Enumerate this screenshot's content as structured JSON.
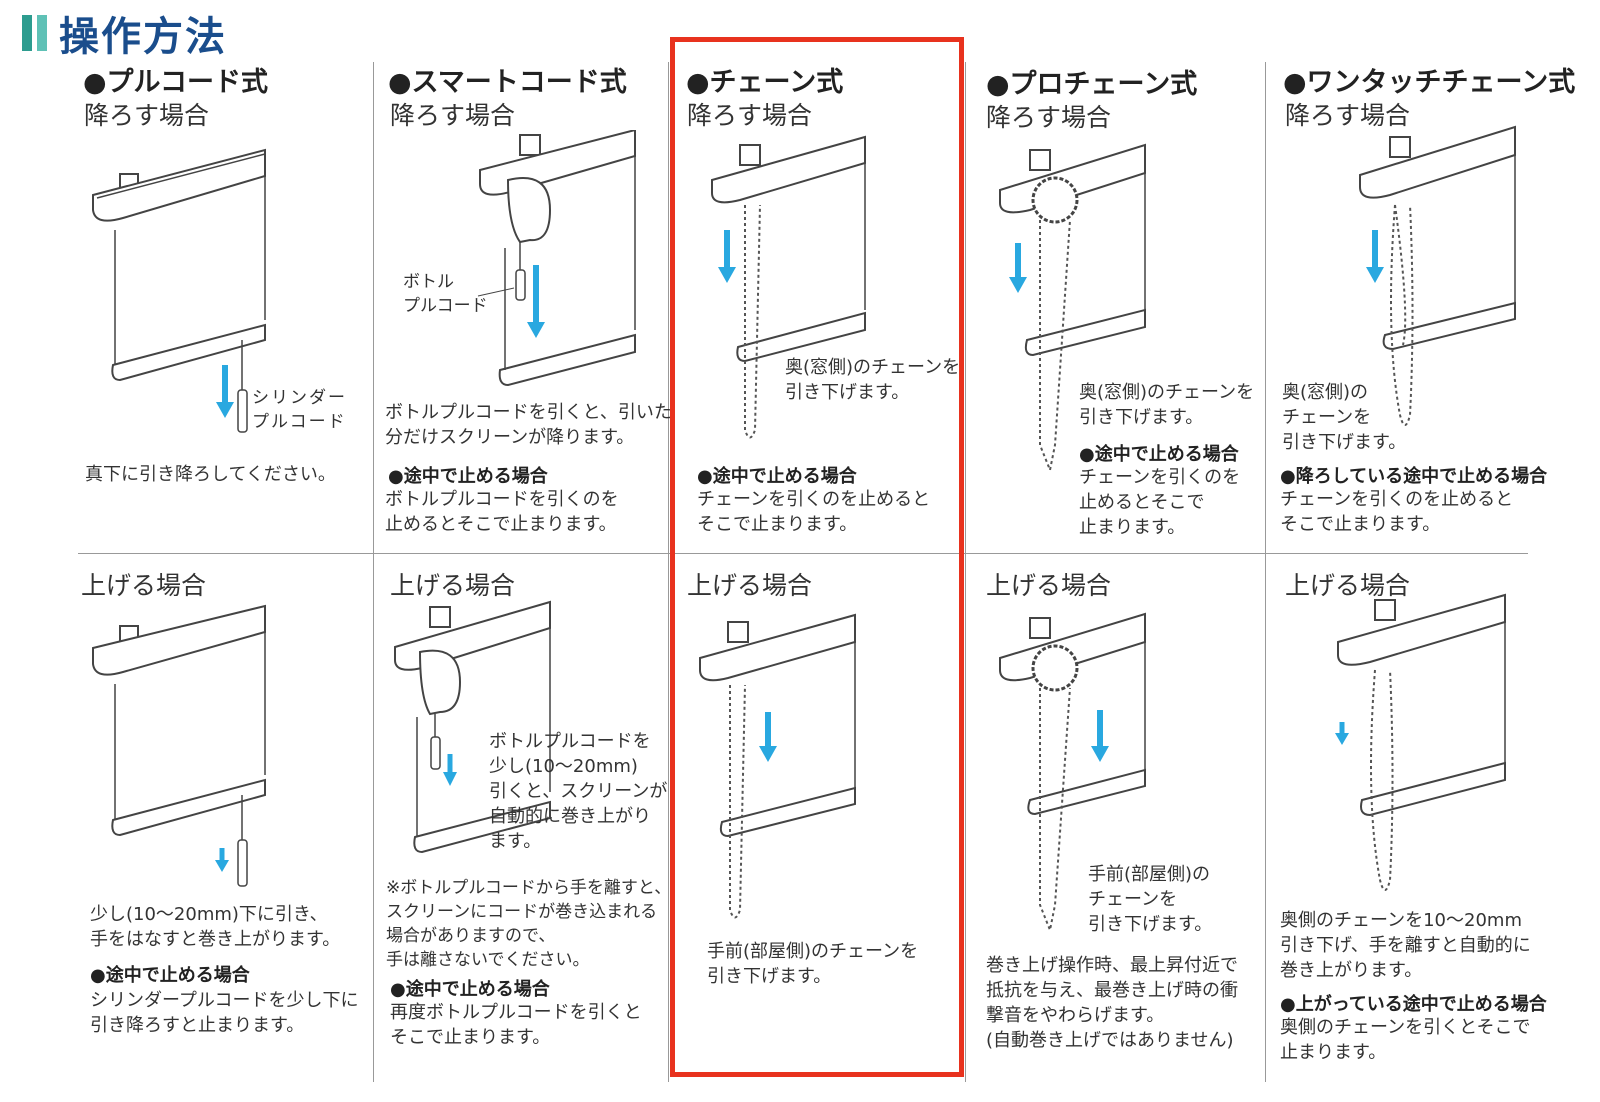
{
  "title": "操作方法",
  "columns": [
    {
      "name": "●プルコード式",
      "lower_title": "降ろす場合",
      "lower_label": "シリンダー\nプルコード",
      "lower_text": "真下に引き降ろしてください。",
      "raise_title": "上げる場合",
      "raise_text": "少し(10〜20mm)下に引き、\n手をはなすと巻き上がります。",
      "raise_head": "●途中で止める場合",
      "raise_stop": "シリンダープルコードを少し下に\n引き降ろすと止まります。"
    },
    {
      "name": "●スマートコード式",
      "lower_title": "降ろす場合",
      "lower_label": "ボトル\nプルコード",
      "lower_text": "ボトルプルコードを引くと、引いた\n分だけスクリーンが降ります。",
      "lower_head": "●途中で止める場合",
      "lower_stop": "ボトルプルコードを引くのを\n止めるとそこで止まります。",
      "raise_title": "上げる場合",
      "raise_note": "ボトルプルコードを\n少し(10〜20mm)\n引くと、スクリーンが\n自動的に巻き上がり\nます。",
      "raise_text": "※ボトルプルコードから手を離すと、\nスクリーンにコードが巻き込まれる\n場合がありますので、\n手は離さないでください。",
      "raise_head": "●途中で止める場合",
      "raise_stop": "再度ボトルプルコードを引くと\nそこで止まります。"
    },
    {
      "name": "●チェーン式",
      "lower_title": "降ろす場合",
      "lower_note": "奥(窓側)のチェーンを\n引き下げます。",
      "lower_head": "●途中で止める場合",
      "lower_stop": "チェーンを引くのを止めると\nそこで止まります。",
      "raise_title": "上げる場合",
      "raise_text": "手前(部屋側)のチェーンを\n引き下げます。"
    },
    {
      "name": "●プロチェーン式",
      "lower_title": "降ろす場合",
      "lower_note": "奥(窓側)のチェーンを\n引き下げます。",
      "lower_head": "●途中で止める場合",
      "lower_stop": "チェーンを引くのを\n止めるとそこで\n止まります。",
      "raise_title": "上げる場合",
      "raise_note": "手前(部屋側)の\nチェーンを\n引き下げます。",
      "raise_text": "巻き上げ操作時、最上昇付近で\n抵抗を与え、最巻き上げ時の衝\n撃音をやわらげます。\n(自動巻き上げではありません)"
    },
    {
      "name": "●ワンタッチチェーン式",
      "lower_title": "降ろす場合",
      "lower_note": "奥(窓側)の\nチェーンを\n引き下げます。",
      "lower_head": "●降ろしている途中で止める場合",
      "lower_stop": "チェーンを引くのを止めると\nそこで止まります。",
      "raise_title": "上げる場合",
      "raise_text": "奥側のチェーンを10〜20mm\n引き下げ、手を離すと自動的に\n巻き上がります。",
      "raise_head": "●上がっている途中で止める場合",
      "raise_stop": "奥側のチェーンを引くとそこで\n止まります。"
    }
  ],
  "colors": {
    "arrow": "#29a8e0",
    "highlight": "#e8321e",
    "title": "#1a4d8c"
  }
}
